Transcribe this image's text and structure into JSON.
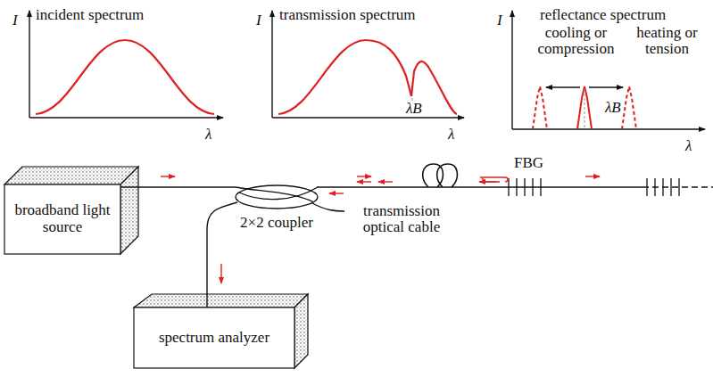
{
  "diagram": {
    "nodes": [
      {
        "text": [
          "broadband light source"
        ]
      },
      {
        "text": [
          "2×2 coupler"
        ]
      },
      {
        "text": [
          "spectrum analyzer"
        ]
      }
    ],
    "edges": [
      {
        "from": 0,
        "to": 1,
        "arrow": "none"
      },
      {
        "from": 1,
        "to": 2,
        "arrow": "none"
      }
    ],
    "labels": [
      "incident spectrum",
      "I",
      "λ",
      "transmission spectrum",
      "I",
      "λB",
      "λ",
      "reflectance spectrum",
      "I",
      "cooling or compression",
      "heating or tension",
      "λB",
      "λ",
      "transmission optical cable",
      "FBG"
    ]
  }
}
